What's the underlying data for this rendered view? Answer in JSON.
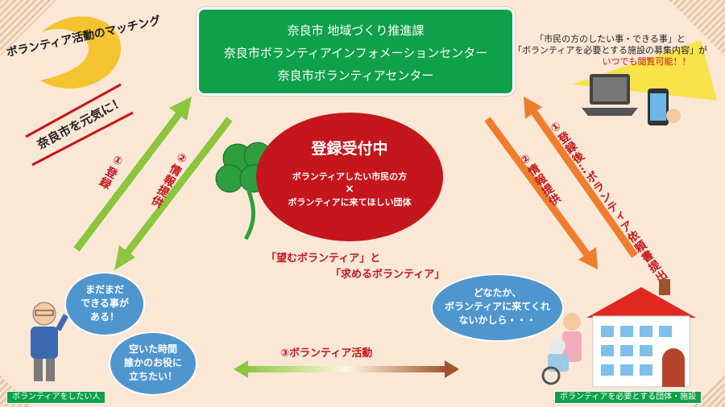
{
  "title_badge": {
    "text": "ボランティア活動のマッチング"
  },
  "slogan": {
    "text": "奈良市を元気に！"
  },
  "header": {
    "lines": [
      "奈良市 地域づくり推進課",
      "奈良市ボランティアインフォメーションセンター",
      "奈良市ボランティアセンター"
    ]
  },
  "registration": {
    "title": "登録受付中",
    "line1": "ボランティアしたい市民の方",
    "cross": "×",
    "line2": "ボランティアに来てほしい団体"
  },
  "notice": {
    "line1": "「市民の方のしたい事・できる事」と",
    "line2": "「ボランティアを必要とする施設の募集内容」が",
    "line3": "いつでも閲覧可能！！"
  },
  "arrows": {
    "left_up": "①登録",
    "left_down": "②情報提供",
    "right_up": "①登録後…ボランティア依頼書提出",
    "right_down": "②情報提供"
  },
  "tagline": {
    "line1": "「望むボランティア」と",
    "line2": "「求めるボランティア」"
  },
  "activity": {
    "label": "③ボランティア活動"
  },
  "left_bubbles": {
    "top": [
      "まだまだ",
      "できる事が",
      "ある！"
    ],
    "bottom": [
      "空いた時間",
      "誰かのお役に",
      "立ちたい！"
    ]
  },
  "right_bubble": {
    "lines": [
      "どなたか、",
      "ボランティアに来てくれ",
      "ないかしら・・・"
    ]
  },
  "captions": {
    "left": "ボランティアをしたい人",
    "right": "ボランティアを必要とする団体・施設"
  },
  "colors": {
    "green": "#0fa14a",
    "red": "#c4161c",
    "orange": "#ef7d2e",
    "light_green": "#8cc63f",
    "blue": "#4f96cf"
  }
}
